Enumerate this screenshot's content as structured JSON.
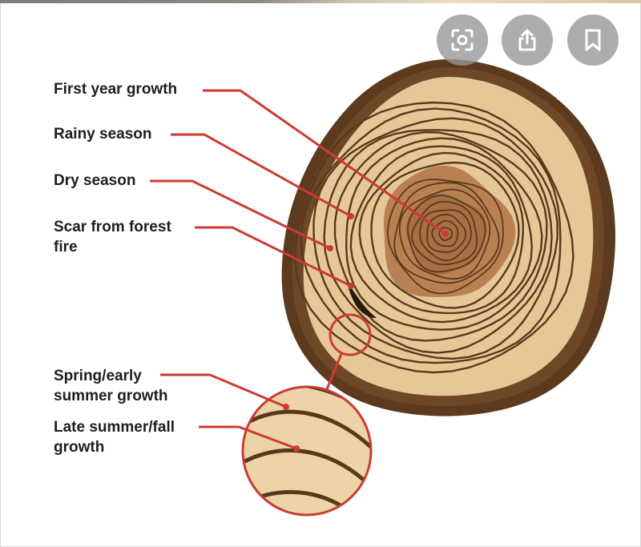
{
  "labels": {
    "first_year": "First year growth",
    "rainy": "Rainy season",
    "dry": "Dry season",
    "scar": "Scar from forest\nfire",
    "spring": "Spring/early\nsummer growth",
    "late": "Late summer/fall\ngrowth"
  },
  "toolbar": {
    "icons": [
      "lens-search-icon",
      "share-icon",
      "bookmark-icon"
    ]
  },
  "colors": {
    "bark": "#5b3a1d",
    "bark_light": "#7a5230",
    "outer_wood": "#e6c898",
    "heartwood": "#b98152",
    "heartwood_center": "#a86f44",
    "ring_line": "#5a381c",
    "leader": "#cc3b33",
    "button_bg": "#8a8a8a"
  }
}
